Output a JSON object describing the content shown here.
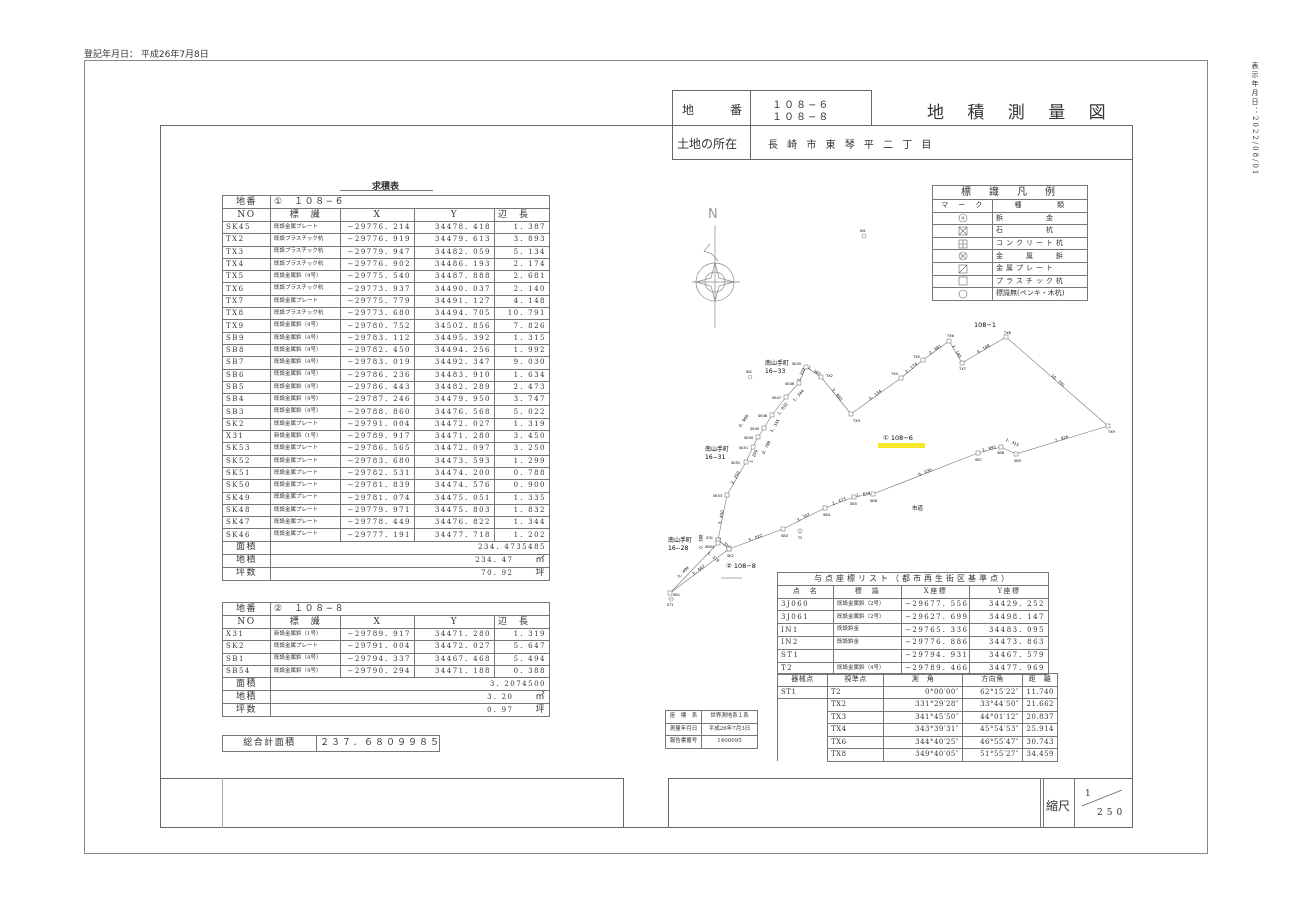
{
  "registration_date": "登記年月日： 平成26年7月8日",
  "display_date": "表示年月日：2022/08/01",
  "header": {
    "lot_label": "地　　　番",
    "lot_numbers": [
      "１０８−６",
      "１０８−８"
    ],
    "title": "地 積 測 量 図",
    "location_label": "土地の所在",
    "location": "長 崎 市 東 琴 平 二 丁 目"
  },
  "table1": {
    "title": "求積表",
    "lot_label": "地番",
    "lot": "①　１０８−６",
    "columns": [
      "NO",
      "標　識",
      "X",
      "Y",
      "辺　長"
    ],
    "rows": [
      [
        "SK45",
        "既設金属プレート",
        "−29776．214",
        "34478．418",
        "1．387"
      ],
      [
        "TX2",
        "既設プラスチック杭",
        "−29776．919",
        "34479．613",
        "3．893"
      ],
      [
        "TX3",
        "既設プラスチック杭",
        "−29779．947",
        "34482．059",
        "5．134"
      ],
      [
        "TX4",
        "既設プラスチック杭",
        "−29776．902",
        "34486．193",
        "2．174"
      ],
      [
        "TX5",
        "既設金属鋲（4号）",
        "−29775．540",
        "34487．888",
        "2．681"
      ],
      [
        "TX6",
        "既設プラスチック杭",
        "−29773．937",
        "34490．037",
        "2．140"
      ],
      [
        "TX7",
        "既設金属プレート",
        "−29775．779",
        "34491．127",
        "4．148"
      ],
      [
        "TX8",
        "既設プラスチック杭",
        "−29773．680",
        "34494．705",
        "10．791"
      ],
      [
        "TX9",
        "既設金属鋲（4号）",
        "−29780．752",
        "34502．856",
        "7．826"
      ],
      [
        "SB9",
        "既設金属鋲（4号）",
        "−29783．112",
        "34495．392",
        "1．315"
      ],
      [
        "SB8",
        "既設金属鋲（4号）",
        "−29782．450",
        "34494．256",
        "1．992"
      ],
      [
        "SB7",
        "既設金属鋲（4号）",
        "−29783．019",
        "34492．347",
        "9．030"
      ],
      [
        "SB6",
        "既設金属鋲（4号）",
        "−29786．236",
        "34483．910",
        "1．634"
      ],
      [
        "SB5",
        "既設金属鋲（4号）",
        "−29786．443",
        "34482．289",
        "2．473"
      ],
      [
        "SB4",
        "既設金属鋲（4号）",
        "−29787．246",
        "34479．950",
        "3．747"
      ],
      [
        "SB3",
        "既設金属鋲（4号）",
        "−29788．860",
        "34476．568",
        "5．022"
      ],
      [
        "SK2",
        "既設金属プレート",
        "−29791．004",
        "34472．027",
        "1．319"
      ],
      [
        "X31",
        "新設金属鋲（1号）",
        "−29789．917",
        "34471．280",
        "3．450"
      ],
      [
        "SK53",
        "既設金属プレート",
        "−29786．565",
        "34472．097",
        "3．250"
      ],
      [
        "SK52",
        "既設金属プレート",
        "−29783．680",
        "34473．593",
        "1．299"
      ],
      [
        "SK51",
        "既設金属プレート",
        "−29782．531",
        "34474．200",
        "0．788"
      ],
      [
        "SK50",
        "既設金属プレート",
        "−29781．839",
        "34474．576",
        "0．900"
      ],
      [
        "SK49",
        "既設金属プレート",
        "−29781．074",
        "34475．051",
        "1．335"
      ],
      [
        "SK48",
        "既設金属プレート",
        "−29779．971",
        "34475．803",
        "1．832"
      ],
      [
        "SK47",
        "既設金属プレート",
        "−29778．449",
        "34476．822",
        "1．344"
      ],
      [
        "SK46",
        "既設金属プレート",
        "−29777．191",
        "34477．718",
        "1．202"
      ]
    ],
    "area_label": "面積",
    "area": "234．4735485",
    "land_area_label": "地積",
    "land_area": "234．47",
    "sqm_unit": "㎡",
    "tsubo_label": "坪数",
    "tsubo": "70．92",
    "tsubo_unit": "坪"
  },
  "table2": {
    "lot_label": "地番",
    "lot": "②　１０８−８",
    "columns": [
      "NO",
      "標　識",
      "X",
      "Y",
      "辺　長"
    ],
    "rows": [
      [
        "X31",
        "新設金属鋲（1号）",
        "−29789．917",
        "34471．280",
        "1．319"
      ],
      [
        "SK2",
        "既設金属プレート",
        "−29791．004",
        "34472．027",
        "5．647"
      ],
      [
        "SB1",
        "既設金属鋲（4号）",
        "−29794．337",
        "34467．468",
        "5．494"
      ],
      [
        "SB54",
        "既設金属鋲（4号）",
        "−29790．294",
        "34471．188",
        "0．388"
      ]
    ],
    "area_label": "面積",
    "area": "3．2074500",
    "land_area_label": "地積",
    "land_area": "3．20",
    "sqm_unit": "㎡",
    "tsubo_label": "坪数",
    "tsubo": "0．97",
    "tsubo_unit": "坪"
  },
  "total": {
    "label": "総合計面積",
    "value": "２３７．６８０９９８５㎡"
  },
  "legend": {
    "title": "標　識　凡　例",
    "col_mark": "マ　ー　ク",
    "col_type": "種　　　　類",
    "items": [
      {
        "icon": "plus-circle",
        "label": "鋲　　　　金"
      },
      {
        "icon": "x-square",
        "label": "石　　　　杭"
      },
      {
        "icon": "plus-square",
        "label": "コンクリート杭"
      },
      {
        "icon": "x-circle",
        "label": "金　　属　　鋲"
      },
      {
        "icon": "slash-square",
        "label": "金属プレート"
      },
      {
        "icon": "square",
        "label": "プラスチック杭"
      },
      {
        "icon": "circle",
        "label": "標識無(ペンキ・木杭)"
      }
    ]
  },
  "coord_list": {
    "title": "与点座標リスト（都市再生街区基準点）",
    "columns": [
      "点　名",
      "標　識",
      "X座標",
      "Y座標"
    ],
    "rows": [
      [
        "3J060",
        "既設金属鋲（2号）",
        "−29677．556",
        "34429．252"
      ],
      [
        "3J061",
        "既設金属鋲（2号）",
        "−29627．699",
        "34498．147"
      ],
      [
        "IN1",
        "既設鋲金",
        "−29765．336",
        "34483．095"
      ],
      [
        "IN2",
        "既設鋲金",
        "−29776．886",
        "34473．863"
      ],
      [
        "ST1",
        "",
        "−29794．931",
        "34467．579"
      ],
      [
        "T2",
        "既設金属鋲（4号）",
        "−29789．466",
        "34477．969"
      ]
    ]
  },
  "angle_table": {
    "columns": [
      "器械点",
      "視準点",
      "測　角",
      "方向角",
      "距　離"
    ],
    "rows": [
      [
        "ST1",
        "T2",
        "0°00′00″",
        "62°15′22″",
        "11.740"
      ],
      [
        "",
        "TX2",
        "331°29′28″",
        "33°44′50″",
        "21.662"
      ],
      [
        "",
        "TX3",
        "341°45′50″",
        "44°01′12″",
        "20.837"
      ],
      [
        "",
        "TX4",
        "343°39′31″",
        "45°54′53″",
        "25.914"
      ],
      [
        "",
        "TX6",
        "344°40′25″",
        "46°55′47″",
        "30.743"
      ],
      [
        "",
        "TX8",
        "349°40′05″",
        "51°55′27″",
        "34.459"
      ]
    ]
  },
  "survey_info": {
    "rows": [
      [
        "座　標　系",
        "世界測地系１系"
      ],
      [
        "測量年月日",
        "平成26年7月3日"
      ],
      [
        "報告書番号",
        "1400095"
      ]
    ]
  },
  "scale": {
    "label": "縮尺",
    "numerator": "1",
    "denominator": "250"
  },
  "map": {
    "north": "N",
    "lot1_label": "① 108−6",
    "lot2_label": "② 108−8",
    "adjacent_108_1": "108−1",
    "adjacent_16_33": [
      "南山手町",
      "16−33"
    ],
    "adjacent_16_31": [
      "南山手町",
      "16−31"
    ],
    "adjacent_16_28": [
      "南山手町",
      "16−28"
    ],
    "road": "市道",
    "ref_points": [
      "IN1",
      "IN2",
      "T2",
      "ST1"
    ],
    "highlight_color": "#f5e62a"
  }
}
